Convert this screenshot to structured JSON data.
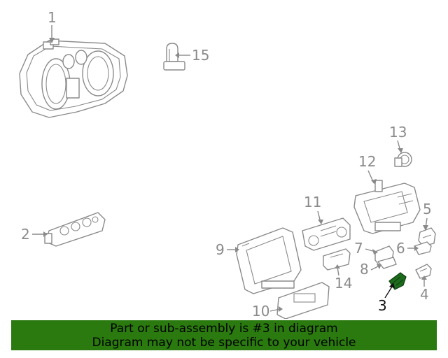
{
  "callouts": {
    "c1": "1",
    "c2": "2",
    "c3": "3",
    "c4": "4",
    "c5": "5",
    "c6": "6",
    "c7": "7",
    "c8": "8",
    "c9": "9",
    "c10": "10",
    "c11": "11",
    "c12": "12",
    "c13": "13",
    "c14": "14",
    "c15": "15"
  },
  "highlighted_part": "3",
  "colors": {
    "banner_bg": "#2a7a0f",
    "highlight": "#1d6b1d",
    "line_art": "#8a8a8a"
  },
  "banner": {
    "line1": "Part or sub-assembly is #3 in diagram",
    "line2": "Diagram may not be specific to your vehicle"
  }
}
